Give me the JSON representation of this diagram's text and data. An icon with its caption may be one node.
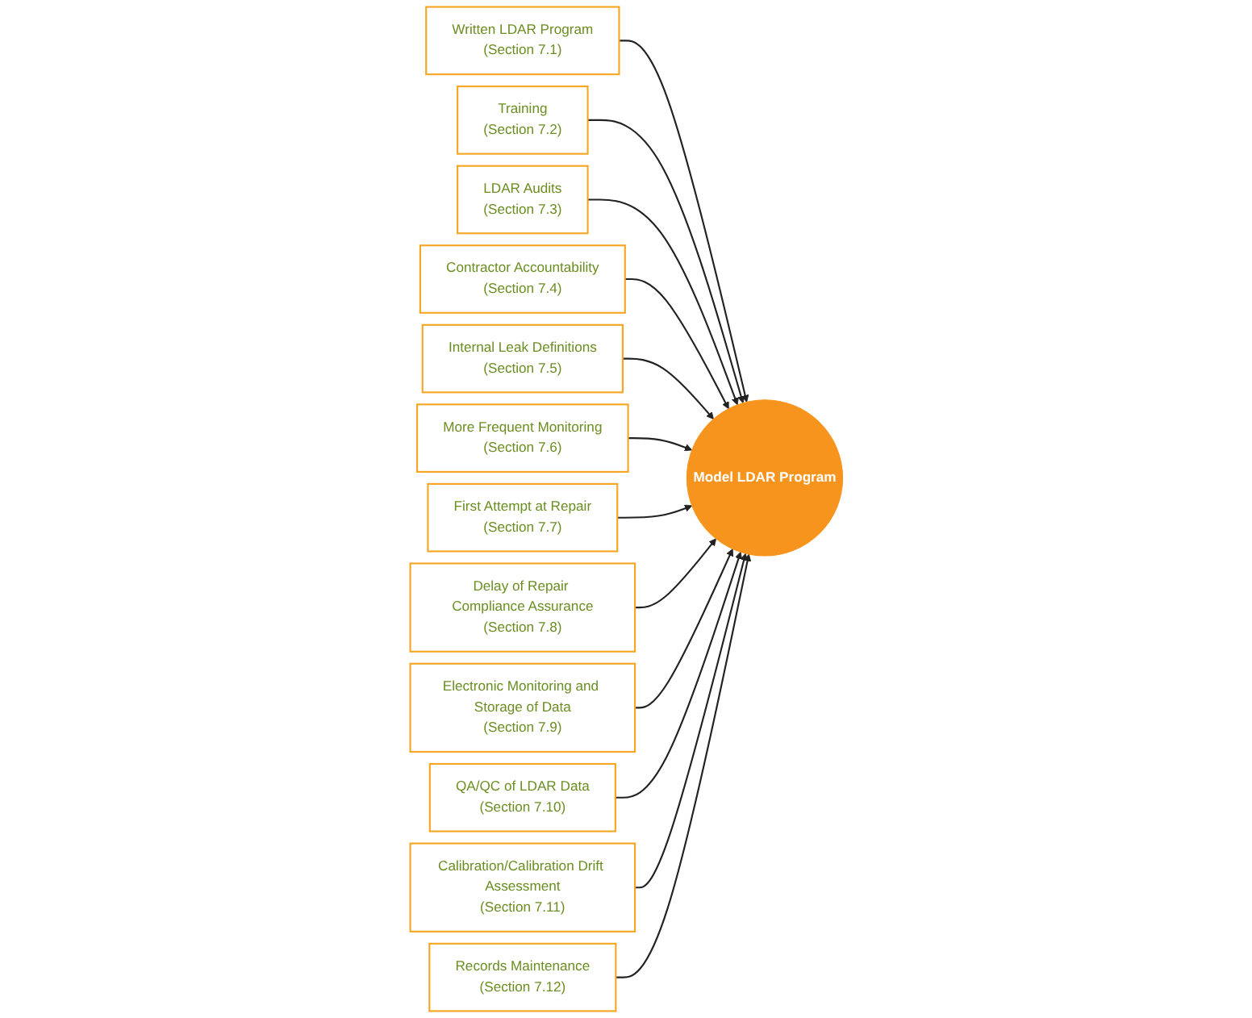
{
  "diagram": {
    "nodes": [
      {
        "text": [
          "Written LDAR Program",
          "(Section 7.1)"
        ]
      },
      {
        "text": [
          "Training",
          "(Section 7.2)"
        ]
      },
      {
        "text": [
          "LDAR Audits",
          "(Section 7.3)"
        ]
      },
      {
        "text": [
          "Contractor Accountability",
          "(Section 7.4)"
        ]
      },
      {
        "text": [
          "Internal Leak Definitions",
          "(Section 7.5)"
        ]
      },
      {
        "text": [
          "More Frequent Monitoring",
          "(Section 7.6)"
        ]
      },
      {
        "text": [
          "Model LDAR Program"
        ]
      },
      {
        "text": [
          "First Attempt at Repair",
          "(Section 7.7)"
        ]
      },
      {
        "text": [
          "Delay of Repair Compliance Assurance",
          "(Section 7.8)"
        ]
      },
      {
        "text": [
          "Electronic Monitoring and Storage of Data",
          "(Section 7.9)"
        ]
      },
      {
        "text": [
          "QA/QC of LDAR Data",
          "(Section 7.10)"
        ]
      },
      {
        "text": [
          "Calibration/Calibration Drift Assessment",
          "(Section 7.11)"
        ]
      },
      {
        "text": [
          "Records Maintenance",
          "(Section 7.12)"
        ]
      }
    ],
    "edges": [
      {
        "from": 0,
        "to": 6,
        "arrow": "to"
      },
      {
        "from": 1,
        "to": 6,
        "arrow": "to"
      },
      {
        "from": 2,
        "to": 6,
        "arrow": "to"
      },
      {
        "from": 3,
        "to": 6,
        "arrow": "to"
      },
      {
        "from": 4,
        "to": 6,
        "arrow": "to"
      },
      {
        "from": 5,
        "to": 6,
        "arrow": "to"
      },
      {
        "from": 7,
        "to": 6,
        "arrow": "to"
      },
      {
        "from": 8,
        "to": 6,
        "arrow": "to"
      },
      {
        "from": 9,
        "to": 6,
        "arrow": "to"
      },
      {
        "from": 10,
        "to": 6,
        "arrow": "to"
      },
      {
        "from": 11,
        "to": 6,
        "arrow": "to"
      },
      {
        "from": 12,
        "to": 6,
        "arrow": "to"
      }
    ]
  }
}
